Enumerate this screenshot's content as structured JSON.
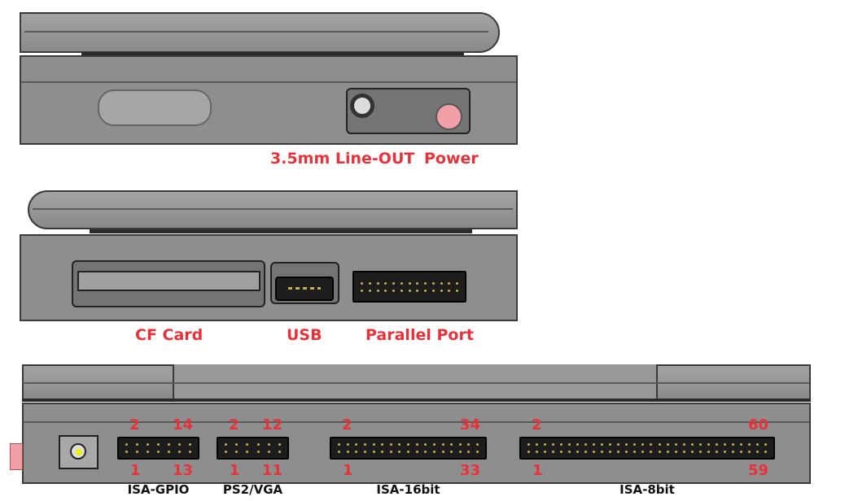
{
  "view_top": {
    "labels": {
      "line_out": "3.5mm Line-OUT",
      "power": "Power"
    }
  },
  "view_middle": {
    "labels": {
      "cf_card": "CF Card",
      "usb": "USB",
      "parallel": "Parallel Port"
    }
  },
  "view_bottom": {
    "connectors": [
      {
        "name": "ISA-GPIO",
        "top_left": "2",
        "top_right": "14",
        "bottom_left": "1",
        "bottom_right": "13",
        "pins_per_row": 7
      },
      {
        "name": "PS2/VGA",
        "top_left": "2",
        "top_right": "12",
        "bottom_left": "1",
        "bottom_right": "11",
        "pins_per_row": 6
      },
      {
        "name": "ISA-16bit",
        "top_left": "2",
        "top_right": "34",
        "bottom_left": "1",
        "bottom_right": "33",
        "pins_per_row": 17
      },
      {
        "name": "ISA-8bit",
        "top_left": "2",
        "top_right": "60",
        "bottom_left": "1",
        "bottom_right": "59",
        "pins_per_row": 30
      }
    ]
  },
  "colors": {
    "label_red": "#e8323a",
    "power_button": "#f2a0a8",
    "shell": "#8e8e8e"
  }
}
